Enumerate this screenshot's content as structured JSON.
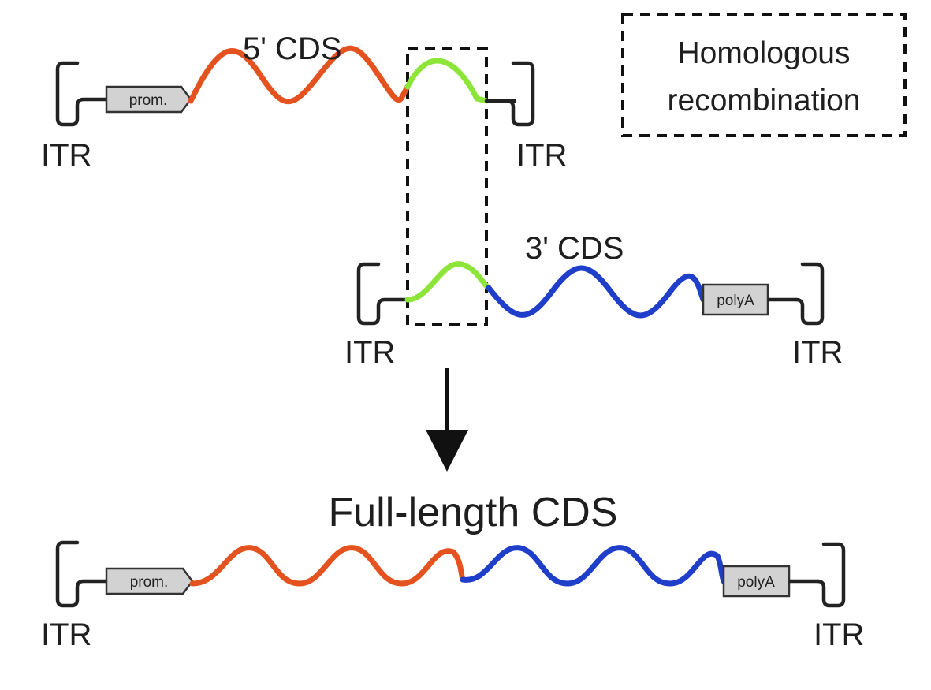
{
  "legend": {
    "line1": "Homologous",
    "line2": "recombination"
  },
  "vector_5prime": {
    "cds_label": "5' CDS",
    "promoter_label": "prom.",
    "itr_left_label": "ITR",
    "itr_right_label": "ITR"
  },
  "vector_3prime": {
    "cds_label": "3' CDS",
    "polya_label": "polyA",
    "itr_left_label": "ITR",
    "itr_right_label": "ITR"
  },
  "result": {
    "title": "Full-length CDS",
    "promoter_label": "prom.",
    "polya_label": "polyA",
    "itr_left_label": "ITR",
    "itr_right_label": "ITR"
  },
  "colors": {
    "cds_5prime": "#e4531f",
    "cds_3prime": "#1f3ec9",
    "homology_region": "#8ee53a",
    "element_fill": "#d2d2d2",
    "line": "#222222"
  },
  "icons": {
    "itr": "itr-hairpin-icon",
    "arrow": "down-arrow-icon"
  }
}
